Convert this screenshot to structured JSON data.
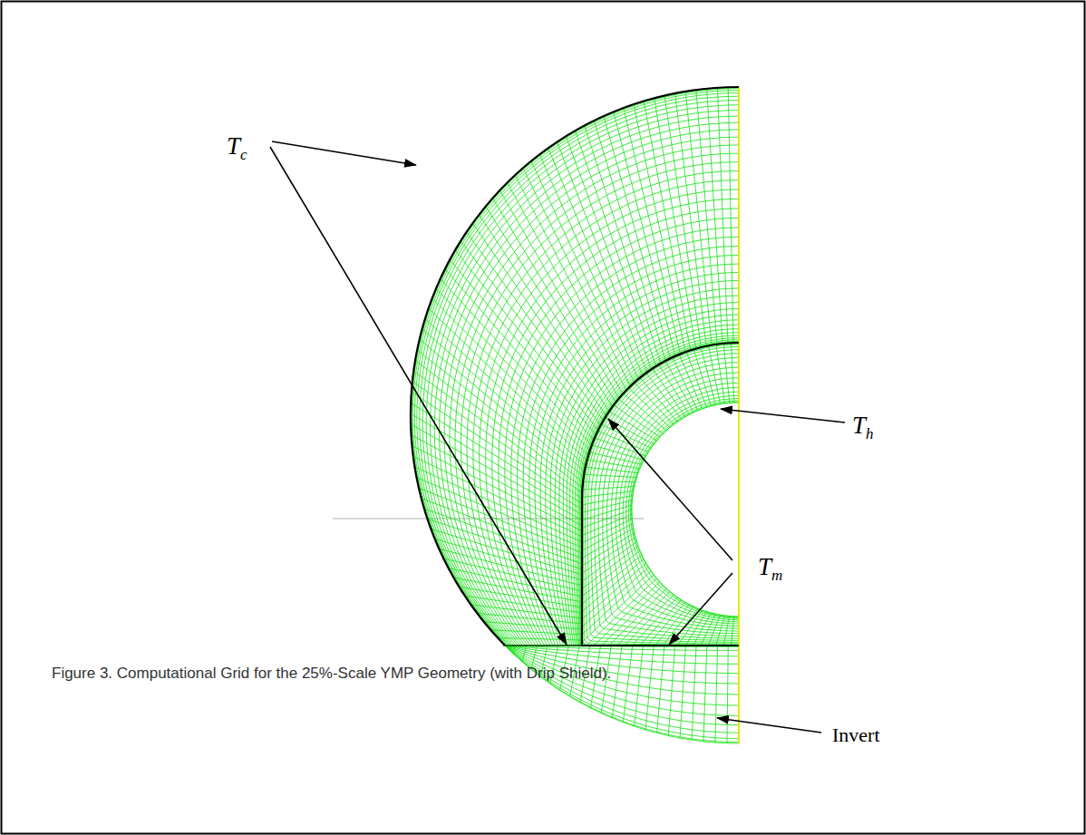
{
  "diagram": {
    "caption": "Figure 3. Computational Grid for the 25%-Scale YMP Geometry (with Drip Shield).",
    "labels": [
      "Tc",
      "Th",
      "Tm",
      "Invert"
    ]
  }
}
